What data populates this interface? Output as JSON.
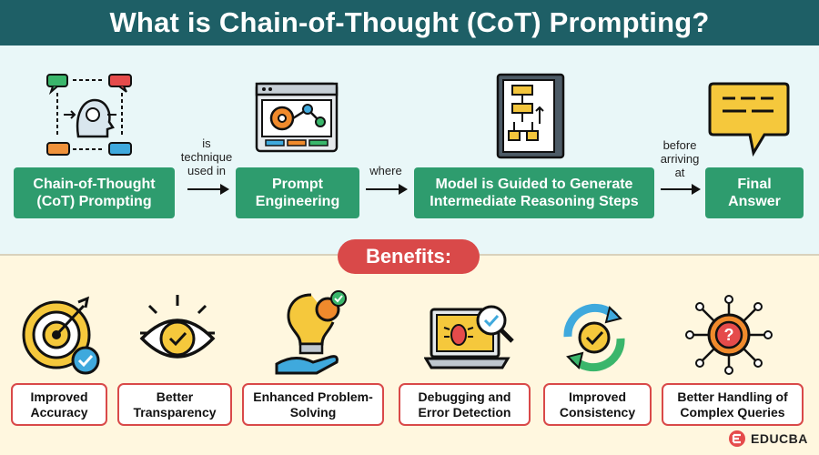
{
  "header": {
    "title": "What is Chain-of-Thought (CoT) Prompting?"
  },
  "flow": {
    "boxes": [
      {
        "label": "Chain-of-Thought (CoT) Prompting"
      },
      {
        "label": "Prompt Engineering"
      },
      {
        "label": "Model is Guided to Generate Intermediate Reasoning Steps"
      },
      {
        "label": "Final Answer"
      }
    ],
    "connectors": [
      {
        "label": "is technique used in"
      },
      {
        "label": "where"
      },
      {
        "label": "before arriving at"
      }
    ]
  },
  "benefits": {
    "title": "Benefits:",
    "items": [
      {
        "label": "Improved Accuracy"
      },
      {
        "label": "Better Transparency"
      },
      {
        "label": "Enhanced Problem-Solving"
      },
      {
        "label": "Debugging and Error Detection"
      },
      {
        "label": "Improved Consistency"
      },
      {
        "label": "Better Handling of Complex Queries"
      }
    ]
  },
  "brand": {
    "name": "EDUCBA"
  },
  "colors": {
    "header": "#1e5f66",
    "flow_box": "#2e9c6e",
    "accent": "#d94949",
    "top_bg": "#e9f7f8",
    "bottom_bg": "#fff7df"
  },
  "icons": [
    "thinking-head-icon",
    "gear-workflow-icon",
    "flowchart-document-icon",
    "speech-bubble-icon",
    "target-check-icon",
    "eye-check-icon",
    "lightbulb-gear-icon",
    "laptop-bug-search-icon",
    "cycle-check-icon",
    "circuit-question-icon",
    "educba-logo-icon"
  ]
}
